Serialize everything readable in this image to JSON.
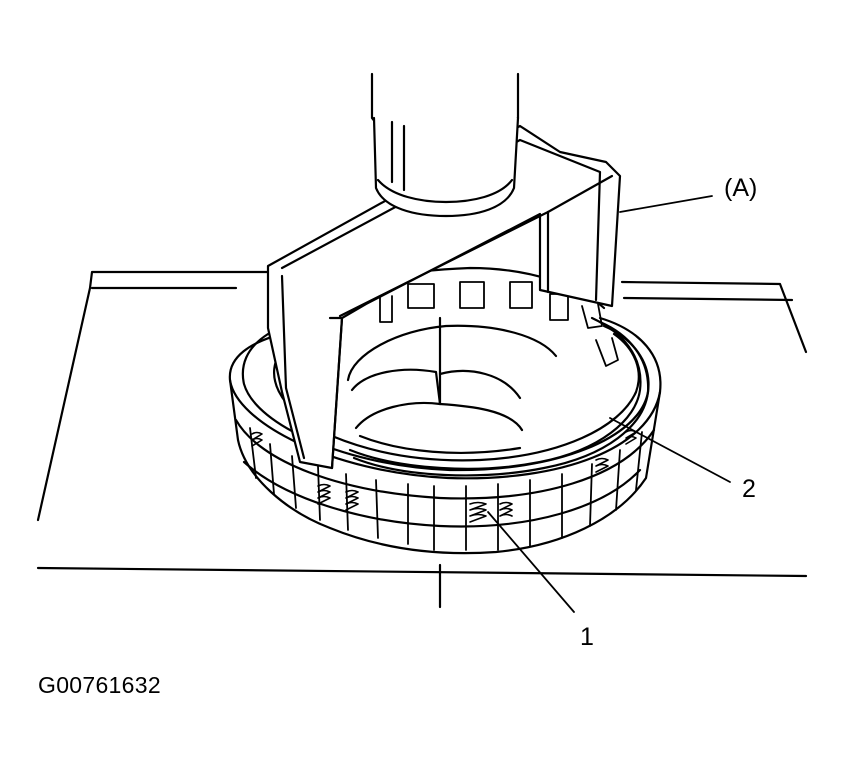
{
  "colors": {
    "ink": "#000000",
    "paper": "#ffffff"
  },
  "callouts": {
    "tool": "(A)",
    "part_2": "2",
    "part_1": "1"
  },
  "figure_id": "G00761632"
}
